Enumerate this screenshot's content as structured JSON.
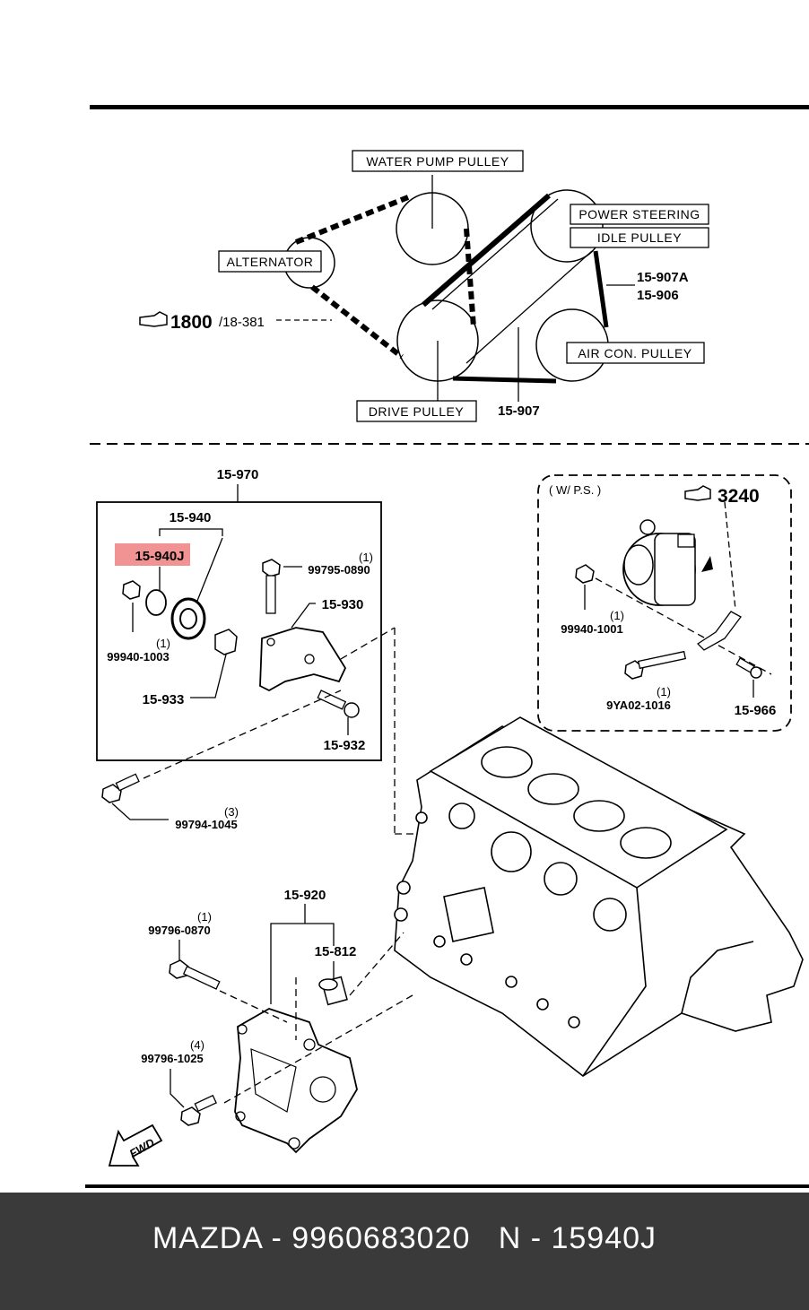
{
  "belt_diagram": {
    "water_pump_pulley": "WATER  PUMP  PULLEY",
    "power_steering": "POWER  STEERING",
    "idle_pulley": "IDLE  PULLEY",
    "alternator": "ALTERNATOR",
    "air_con_pulley": "AIR  CON. PULLEY",
    "drive_pulley": "DRIVE  PULLEY",
    "ref_main": "1800",
    "ref_sub": "/18-381",
    "belt_a": "15-907A",
    "belt_b": "15-906",
    "belt_c": "15-907"
  },
  "parts": {
    "tensioner_assy": "15-970",
    "pulley_group": "15-940",
    "highlighted_part": "15-940J",
    "nut_left": "99940-1003",
    "nut_left_qty": "(1)",
    "bolt_top": "99795-0890",
    "bolt_top_qty": "(1)",
    "bracket": "15-930",
    "bushing": "15-933",
    "bolt_small": "15-932",
    "bolt_block": "99794-1045",
    "bolt_block_qty": "(3)",
    "ps_label": "( W/ P.S. )",
    "ps_ref": "3240",
    "ps_nut": "99940-1001",
    "ps_nut_qty": "(1)",
    "ps_bolt": "9YA02-1016",
    "ps_bolt_qty": "(1)",
    "ps_part": "15-966",
    "lower_bracket_group": "15-920",
    "lower_bush": "15-812",
    "lower_bolt_a": "99796-0870",
    "lower_bolt_a_qty": "(1)",
    "lower_bolt_b": "99796-1025",
    "lower_bolt_b_qty": "(4)",
    "fwd": "FWD"
  },
  "footer": {
    "text": "MAZDA - 9960683020   N - 15940J"
  },
  "colors": {
    "highlight": "#f08080",
    "footer_bg": "#3a3a3a"
  }
}
